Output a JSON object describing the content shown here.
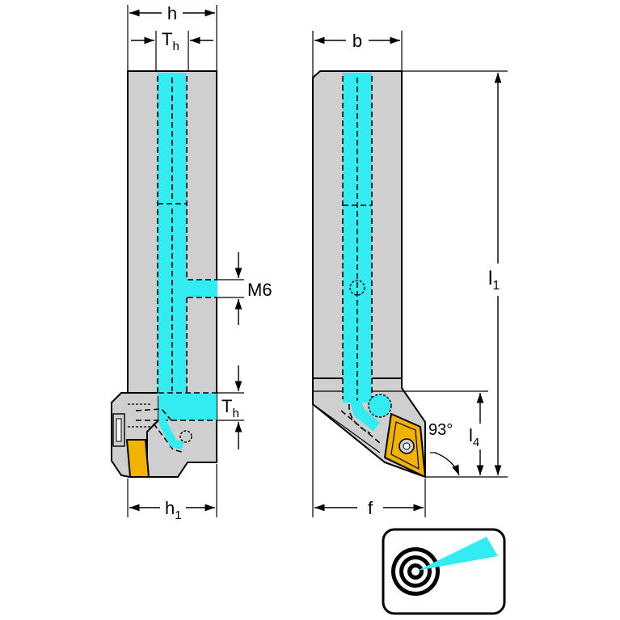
{
  "colors": {
    "body": "#cfcfcf",
    "coolant": "#33ecf2",
    "insert": "#f0b400",
    "outline": "#000000",
    "background": "#ffffff",
    "icon_frame": "#000000",
    "icon_bg": "#ffffff"
  },
  "labels": {
    "h": "h",
    "th_top": "T",
    "th_top_sub": "h",
    "h1": "h",
    "h1_sub": "1",
    "m6": "M6",
    "th_side": "T",
    "th_side_sub": "h",
    "b": "b",
    "f": "f",
    "l1": "l",
    "l1_sub": "1",
    "l4": "l",
    "l4_sub": "4",
    "angle": "93°"
  },
  "icon": {
    "name": "coolant-through-target-icon"
  }
}
